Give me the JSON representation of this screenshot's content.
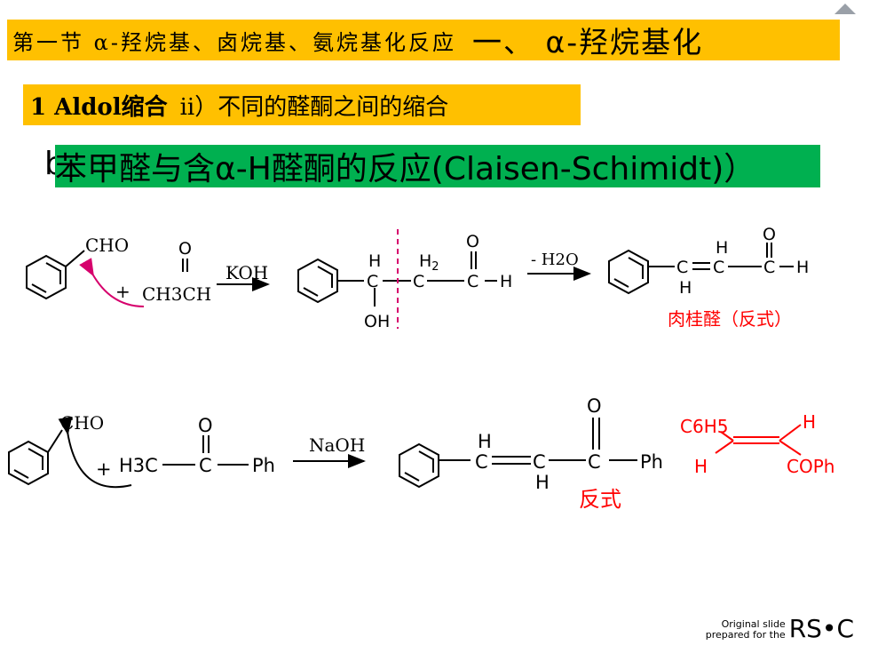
{
  "slide": {
    "title_main": "第一节 α-羟烷基、卤烷基、氨烷基化反应",
    "title_alt": "一、 α-羟烷基化",
    "subtitle_bold": "1 Aldol缩合",
    "subtitle_rest": "ii）不同的醛酮之间的缩合",
    "section_letter": "b",
    "section_text": "苯甲醛与含α-H醛酮的反应(Claisen-Schimidt)）"
  },
  "reaction1": {
    "reagent_aldehyde": "CHO",
    "plus": "+",
    "reagent_acetaldehyde": "CH3CH",
    "oxygen": "O",
    "catalyst": "KOH",
    "mid_c1_h": "H",
    "mid_c1": "C",
    "mid_c2": "C",
    "mid_ch2_h": "H",
    "mid_ch2_sub": "2",
    "mid_c3": "C",
    "mid_ald_h": "H",
    "mid_oh": "OH",
    "dehydration": "- H2O",
    "prod_c1": "C",
    "prod_c2": "C",
    "prod_c3": "C",
    "prod_h_top": "H",
    "prod_h_bottom": "H",
    "prod_h_right": "H",
    "product_name": "肉桂醛（反式）"
  },
  "reaction2": {
    "reagent_aldehyde": "CHO",
    "plus": "+",
    "methyl": "H3C",
    "carbonyl_c": "C",
    "oxygen": "O",
    "phenyl": "Ph",
    "catalyst": "NaOH",
    "prod_c1": "C",
    "prod_c2": "C",
    "prod_c3": "C",
    "prod_h_top": "H",
    "prod_h_bottom": "H",
    "prod_phenyl": "Ph",
    "product_label": "反式",
    "iso_c6h5": "C6H5",
    "iso_h_right": "H",
    "iso_h_left": "H",
    "iso_coph": "COPh"
  },
  "footer": {
    "line1": "Original slide",
    "line2": "prepared for the",
    "logo": "RS•C"
  },
  "colors": {
    "title_band": "#ffc000",
    "section_band": "#00b050",
    "red_label": "#ff0000",
    "arrow_magenta": "#d6006c"
  }
}
